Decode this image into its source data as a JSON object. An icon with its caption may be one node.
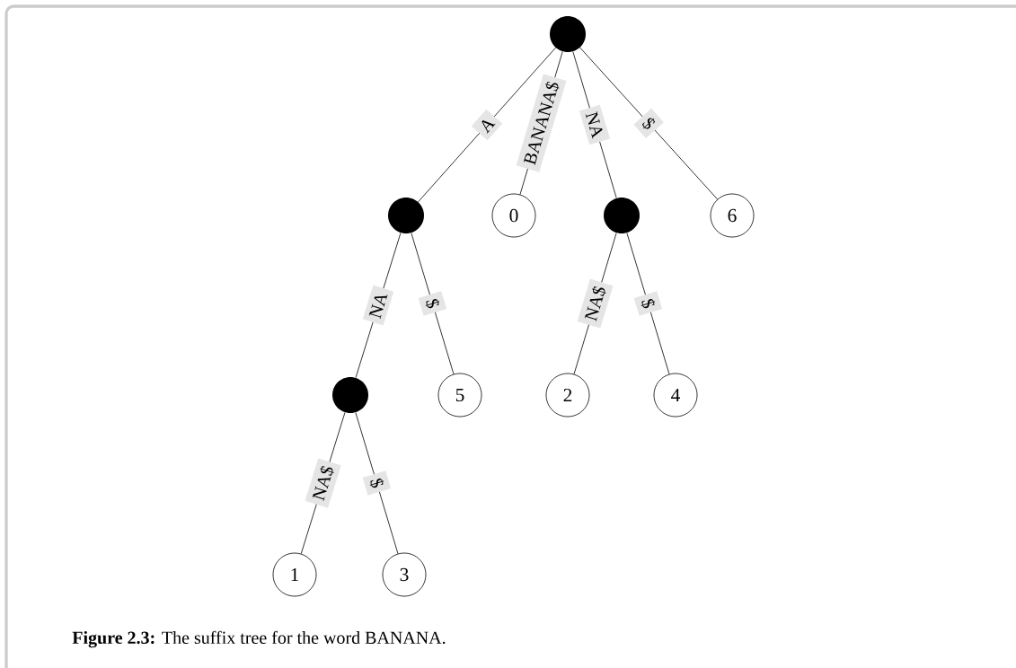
{
  "diagram": {
    "caption": "**Figure 2.3:** The suffix tree for the word BANANA.",
    "nodes": [
      {
        "text": [],
        "shape": "circle"
      },
      {
        "text": [],
        "shape": "circle"
      },
      {
        "text": [
          "0"
        ]
      },
      {
        "text": [],
        "shape": "circle"
      },
      {
        "text": [
          "6"
        ]
      },
      {
        "text": [],
        "shape": "circle"
      },
      {
        "text": [
          "5"
        ]
      },
      {
        "text": [
          "2"
        ]
      },
      {
        "text": [
          "4"
        ]
      },
      {
        "text": [
          "1"
        ]
      },
      {
        "text": [
          "3"
        ]
      }
    ],
    "edges": [
      {
        "from": 0,
        "to": 1,
        "arrow": "none",
        "label": "A"
      },
      {
        "from": 0,
        "to": 2,
        "arrow": "none",
        "label": "BANANA$"
      },
      {
        "from": 0,
        "to": 3,
        "arrow": "none",
        "label": "NA"
      },
      {
        "from": 0,
        "to": 4,
        "arrow": "none",
        "label": "$"
      },
      {
        "from": 1,
        "to": 5,
        "arrow": "none",
        "label": "NA"
      },
      {
        "from": 1,
        "to": 6,
        "arrow": "none",
        "label": "$"
      },
      {
        "from": 3,
        "to": 7,
        "arrow": "none",
        "label": "NA$"
      },
      {
        "from": 3,
        "to": 8,
        "arrow": "none",
        "label": "$"
      },
      {
        "from": 5,
        "to": 9,
        "arrow": "none",
        "label": "NA$"
      },
      {
        "from": 5,
        "to": 10,
        "arrow": "none",
        "label": "$"
      }
    ]
  }
}
